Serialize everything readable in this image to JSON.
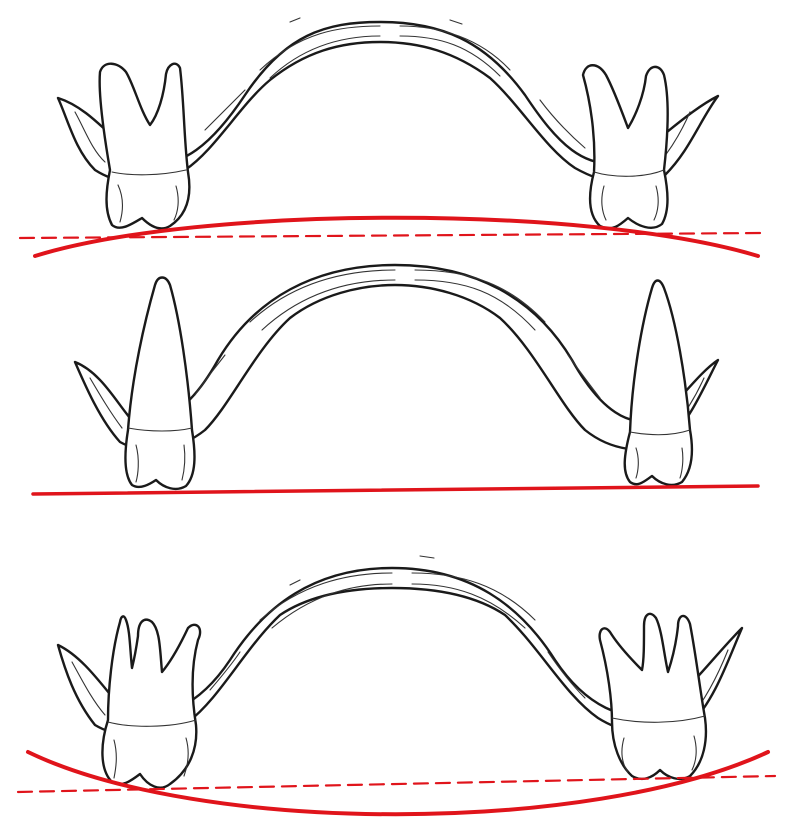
{
  "colors": {
    "ink": "#1a1a1a",
    "occlusal_line": "#e0141b",
    "background": "#ffffff"
  },
  "panels": [
    {
      "id": "top",
      "teeth": "molars",
      "solid_line": "curved-upward",
      "dashed_line": "horizontal"
    },
    {
      "id": "middle",
      "teeth": "premolars",
      "solid_line": "horizontal",
      "dashed_line": "none"
    },
    {
      "id": "bottom",
      "teeth": "molars",
      "solid_line": "curved-downward",
      "dashed_line": "horizontal"
    }
  ]
}
